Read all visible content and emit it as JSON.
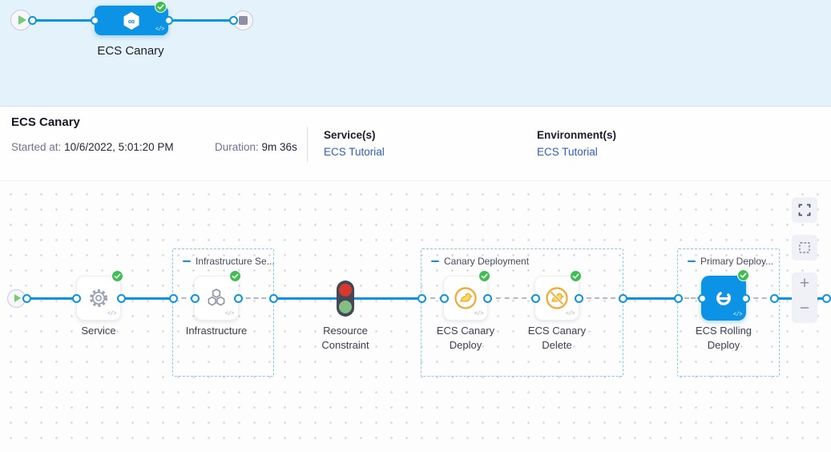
{
  "icons": {
    "code": "</>",
    "infinity": "∞"
  },
  "top_pipeline": {
    "stage_label": "ECS Canary"
  },
  "header": {
    "title": "ECS Canary",
    "started_label": "Started at:",
    "started_value": "10/6/2022, 5:01:20 PM",
    "duration_label": "Duration:",
    "duration_value": "9m 36s",
    "services_label": "Service(s)",
    "services_link": "ECS Tutorial",
    "environments_label": "Environment(s)",
    "environments_link": "ECS Tutorial"
  },
  "graph": {
    "groups": [
      {
        "label": "Infrastructure Se..."
      },
      {
        "label": "Canary Deployment"
      },
      {
        "label": "Primary Deploy..."
      }
    ],
    "nodes": [
      {
        "label": "Service",
        "status": "success"
      },
      {
        "label": "Infrastructure",
        "status": "success"
      },
      {
        "label": "Resource Constraint",
        "status": "none"
      },
      {
        "label": "ECS Canary Deploy",
        "status": "success"
      },
      {
        "label": "ECS Canary Delete",
        "status": "success"
      },
      {
        "label": "ECS Rolling Deploy",
        "status": "success"
      }
    ]
  },
  "controls": {
    "zoom_in": "+",
    "zoom_out": "−"
  },
  "colors": {
    "primary_blue": "#0d93e5",
    "success_green": "#3fbe54",
    "link_blue": "#2e5cc2",
    "canary_yellow": "#f3a72e",
    "canvas_blue_bg": "#e3f2fb"
  }
}
